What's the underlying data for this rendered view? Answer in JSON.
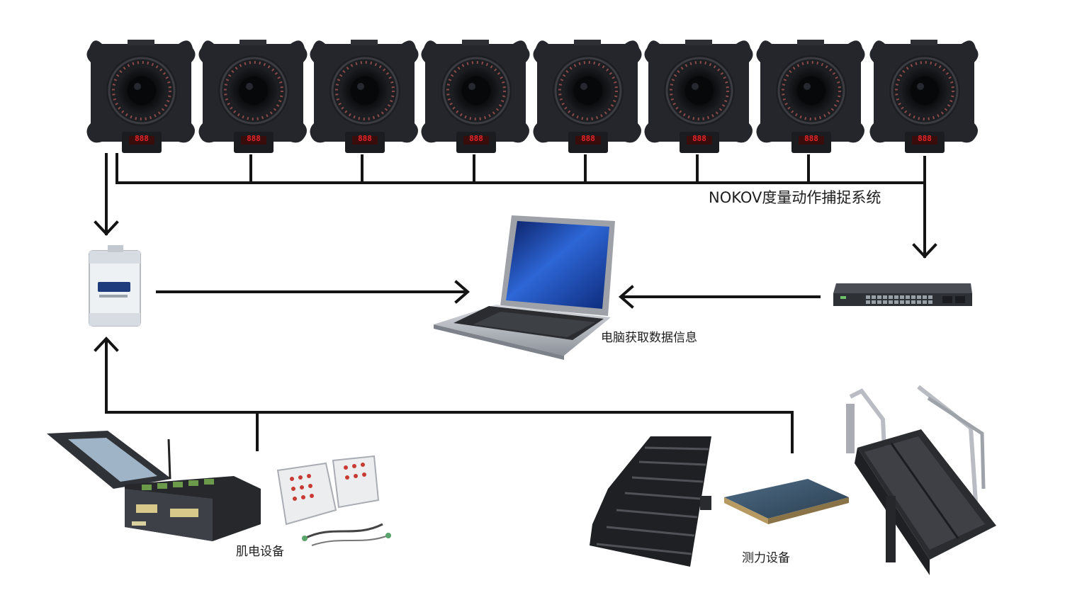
{
  "labels": {
    "mocap_system": "NOKOV度量动作捕捉系统",
    "computer": "电脑获取数据信息",
    "emg_equipment": "肌电设备",
    "force_equipment": "测力设备"
  },
  "cameras": {
    "count": 8,
    "display_text": "888",
    "display_color": "#e0262a"
  },
  "colors": {
    "line": "#141414",
    "camera_body": "#232428",
    "camera_lens": "#0d0e11",
    "screen": "#1c4fb8",
    "laptop_body": "#b8bcc2"
  },
  "icons": [
    "camera-icon",
    "daq-device-icon",
    "laptop-icon",
    "network-switch-icon",
    "emg-case-icon",
    "emg-sensor-icon",
    "stair-force-plate-icon",
    "force-plate-icon",
    "treadmill-icon"
  ]
}
